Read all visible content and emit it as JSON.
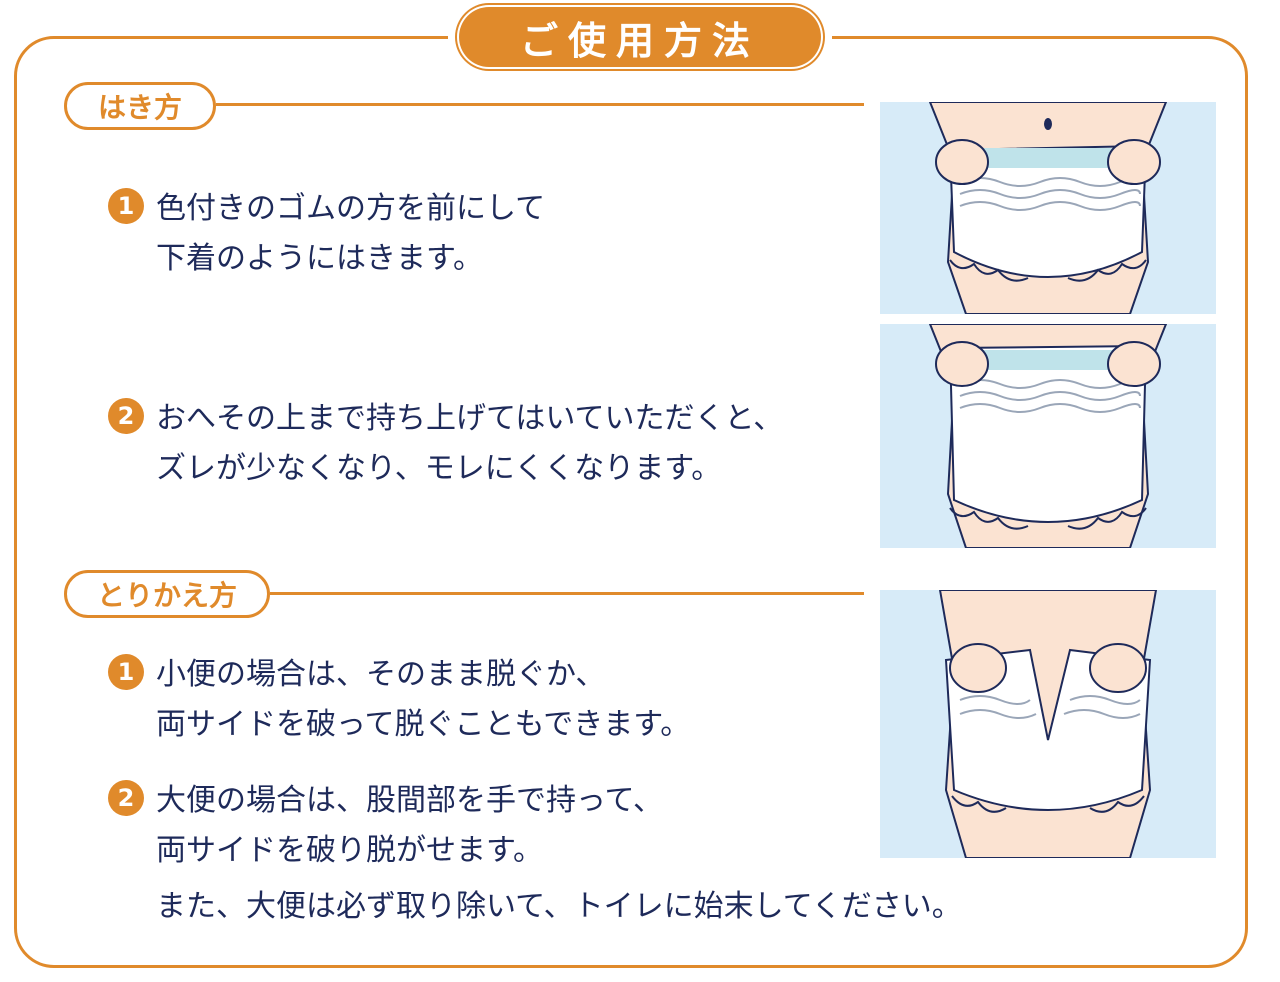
{
  "title": "ご使用方法",
  "sections": {
    "wearing": {
      "label": "はき方",
      "steps": [
        {
          "number": "1",
          "lines": [
            "色付きのゴムの方を前にして",
            "下着のようにはきます。"
          ]
        },
        {
          "number": "2",
          "lines": [
            "おへその上まで持ち上げてはいていただくと、",
            "ズレが少なくなり、モレにくくなります。"
          ]
        }
      ]
    },
    "changing": {
      "label": "とりかえ方",
      "steps": [
        {
          "number": "1",
          "lines": [
            "小便の場合は、そのまま脱ぐか、",
            "両サイドを破って脱ぐこともできます。"
          ]
        },
        {
          "number": "2",
          "lines": [
            "大便の場合は、股間部を手で持って、",
            "両サイドを破り脱がせます。"
          ]
        }
      ],
      "note": "また、大便は必ず取り除いて、トイレに始末してください。"
    }
  },
  "colors": {
    "accent": "#e08a2b",
    "text": "#1e2a5a",
    "panel": "#d7ebf8",
    "skin": "#fbe3d2",
    "band": "#bfe3ea"
  },
  "illustrations": [
    "wearing-illustration",
    "pulled-up-illustration",
    "removal-illustration"
  ]
}
